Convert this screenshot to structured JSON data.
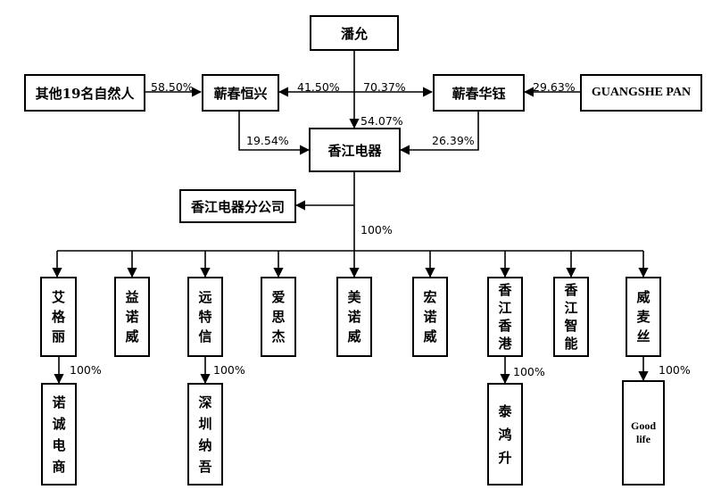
{
  "nodes": {
    "pan_yun": "潘允",
    "others_19": "其他19名自然人",
    "qichun_hengxing": "蕲春恒兴",
    "qichun_huayu": "蕲春华钰",
    "guangshe_pan": "GUANGSHE PAN",
    "xiangjiang": "香江电器",
    "branch": "香江电器分公司",
    "subs": [
      {
        "id": "aigeli",
        "chars": [
          "艾",
          "格",
          "丽"
        ]
      },
      {
        "id": "yinuowei",
        "chars": [
          "益",
          "诺",
          "威"
        ]
      },
      {
        "id": "yuanteixin",
        "chars": [
          "远",
          "特",
          "信"
        ]
      },
      {
        "id": "aisijie",
        "chars": [
          "爱",
          "思",
          "杰"
        ]
      },
      {
        "id": "meinuowei",
        "chars": [
          "美",
          "诺",
          "威"
        ]
      },
      {
        "id": "hongnuowei",
        "chars": [
          "宏",
          "诺",
          "威"
        ]
      },
      {
        "id": "xiangjiang_xianggang",
        "chars": [
          "香",
          "江",
          "香",
          "港"
        ]
      },
      {
        "id": "xiangjiang_zhineng",
        "chars": [
          "香",
          "江",
          "智",
          "能"
        ]
      },
      {
        "id": "weimaisi",
        "chars": [
          "威",
          "麦",
          "丝"
        ]
      }
    ],
    "grand": [
      {
        "id": "nuocheng",
        "chars": [
          "诺",
          "诚",
          "电",
          "商"
        ]
      },
      {
        "id": "shenzhen_nawu",
        "chars": [
          "深",
          "圳",
          "纳",
          "吾"
        ]
      },
      {
        "id": "taihongsheng",
        "chars": [
          "泰",
          "鸿",
          "升"
        ]
      },
      {
        "id": "goodlife",
        "lines": [
          "Good",
          "life"
        ]
      }
    ]
  },
  "percentages": {
    "others_to_hengxing": "58.50%",
    "pan_to_hengxing": "41.50%",
    "pan_to_huayu": "70.37%",
    "guangshe_to_huayu": "29.63%",
    "pan_to_xiangjiang": "54.07%",
    "hengxing_to_xiangjiang": "19.54%",
    "huayu_to_xiangjiang": "26.39%",
    "xiangjiang_to_subs": "100%",
    "aigeli_to_nuocheng": "100%",
    "yuanteixin_to_shenzhen": "100%",
    "xianggang_to_taihongsheng": "100%",
    "weimaisi_to_goodlife": "100%"
  }
}
